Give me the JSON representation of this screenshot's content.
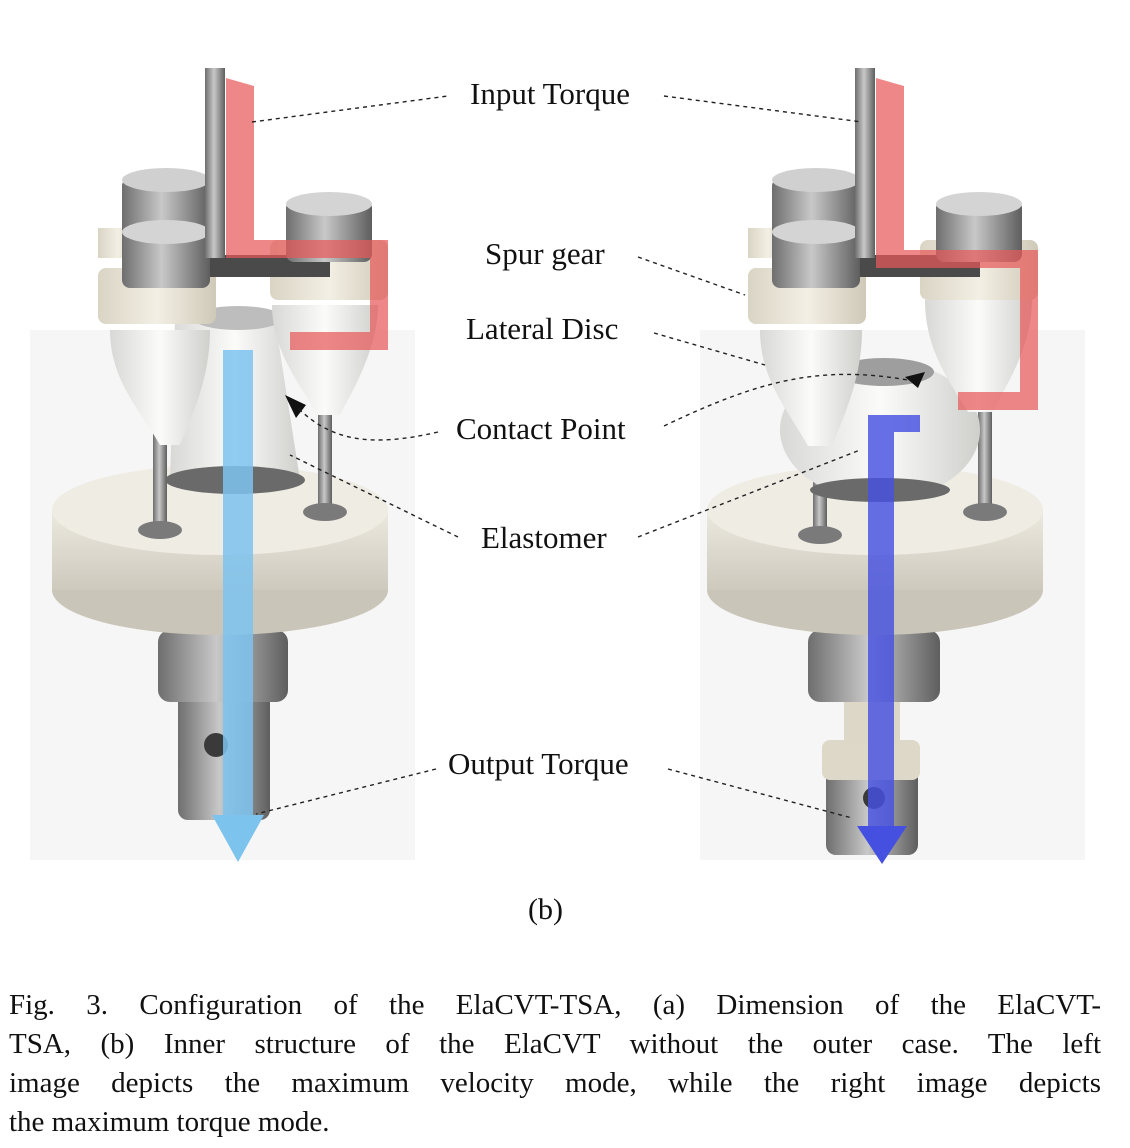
{
  "figure": {
    "labels": {
      "input_torque": "Input Torque",
      "spur_gear": "Spur gear",
      "lateral_disc": "Lateral Disc",
      "contact_point": "Contact Point",
      "elastomer": "Elastomer",
      "output_torque": "Output Torque"
    },
    "sublabel": "(b)",
    "colors": {
      "input_arrow": "#e85a5a",
      "output_arrow_left": "#7cc3ee",
      "output_arrow_right": "#4650e0",
      "metal": "#9a9a9a",
      "plastic": "#eeeeea",
      "base_disc": "#e6e3da"
    }
  },
  "caption": {
    "lines": [
      "Fig. 3.  Configuration of the ElaCVT-TSA, (a) Dimension of the ElaCVT-",
      "TSA, (b) Inner structure of the ElaCVT without the outer case. The left",
      "image depicts the maximum velocity mode, while the right image depicts",
      "the maximum torque mode."
    ]
  }
}
